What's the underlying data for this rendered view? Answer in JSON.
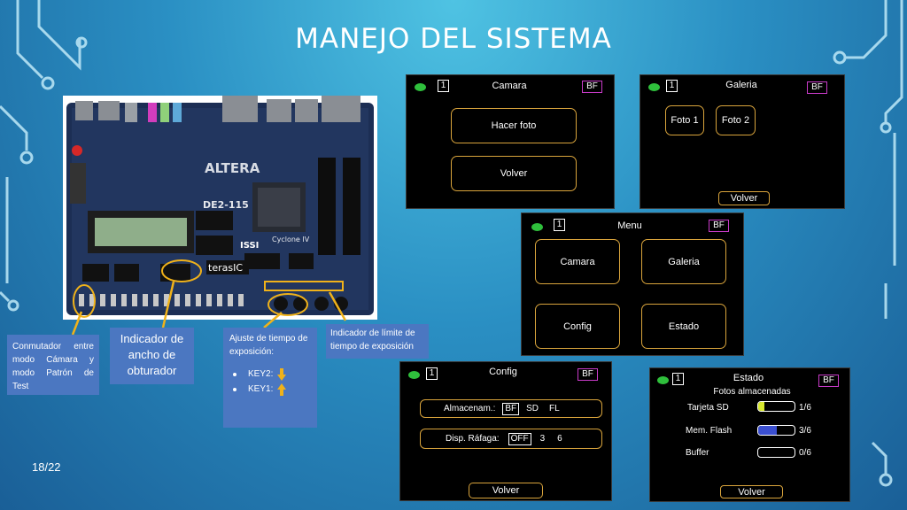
{
  "slide": {
    "title": "MANEJO DEL SISTEMA",
    "page": "18/22"
  },
  "colors": {
    "accent_border": "#d9a43c",
    "bf_border": "#c93bc9",
    "led": "#2fbf3c",
    "callout_bg": "#4b77c1"
  },
  "callouts": {
    "switch": "Conmutador entre modo Cámara y modo Patrón de Test",
    "shutter": "Indicador de ancho de obturador",
    "exposure_title": "Ajuste de tiempo de exposición:",
    "key2": "KEY2:",
    "key1": "KEY1:",
    "limit": "Indicador de límite de tiempo de exposición"
  },
  "board_text": {
    "brand": "ALTERA",
    "model": "DE2-115",
    "chip": "Cyclone IV",
    "issi": "ISSI",
    "terasic": "terasIC"
  },
  "screens": {
    "camara": {
      "num": "1",
      "title": "Camara",
      "badge": "BF",
      "btn1": "Hacer foto",
      "btn2": "Volver"
    },
    "galeria": {
      "num": "1",
      "title": "Galeria",
      "badge": "BF",
      "foto1": "Foto 1",
      "foto2": "Foto 2",
      "back": "Volver"
    },
    "menu": {
      "num": "1",
      "title": "Menu",
      "badge": "BF",
      "b1": "Camara",
      "b2": "Galeria",
      "b3": "Config",
      "b4": "Estado"
    },
    "config": {
      "num": "1",
      "title": "Config",
      "badge": "BF",
      "storage_label": "Almacenam.:",
      "storage_opts": [
        "BF",
        "SD",
        "FL"
      ],
      "burst_label": "Disp. Ráfaga:",
      "burst_opts": [
        "OFF",
        "3",
        "6"
      ],
      "back": "Volver"
    },
    "estado": {
      "num": "1",
      "title": "Estado",
      "badge": "BF",
      "subtitle": "Fotos almacenadas",
      "rows": [
        {
          "label": "Tarjeta SD",
          "value": "1/6",
          "fill": 0.17,
          "color": "#d7e82f"
        },
        {
          "label": "Mem. Flash",
          "value": "3/6",
          "fill": 0.5,
          "color": "#3b4fd0"
        },
        {
          "label": "Buffer",
          "value": "0/6",
          "fill": 0,
          "color": "#ffffff"
        }
      ],
      "back": "Volver"
    }
  }
}
